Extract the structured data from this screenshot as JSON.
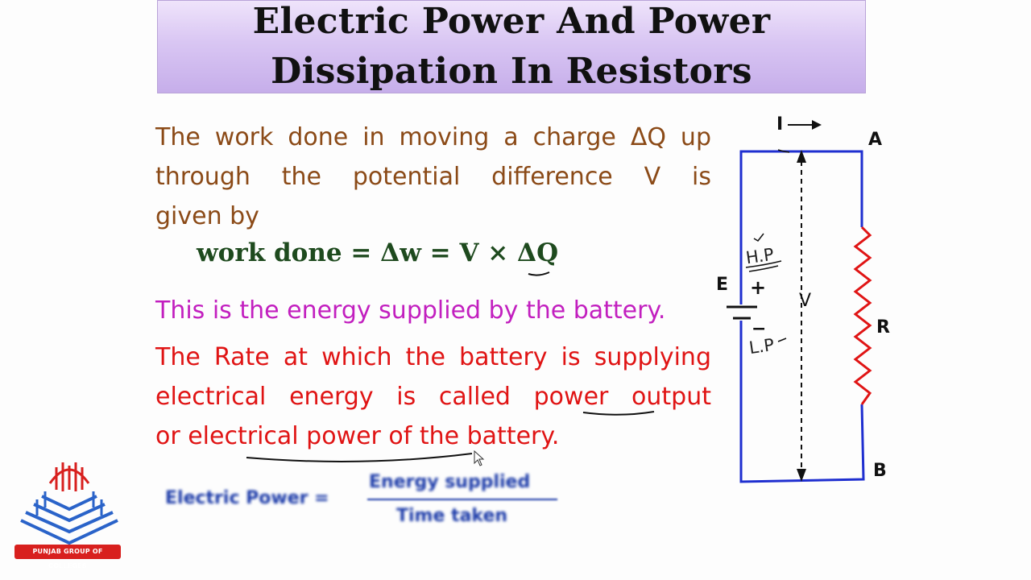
{
  "slide": {
    "title_line1": "Electric Power And Power",
    "title_line2": "Dissipation In Resistors"
  },
  "body": {
    "para1": [
      "The work done in moving a charge ΔQ up",
      "through the potential difference V is",
      "given by"
    ],
    "formula": "work done = Δw = V × ΔQ",
    "para2": "This is the energy supplied by the battery.",
    "para3": [
      "The Rate at which the battery is supplying",
      "electrical energy is called power output",
      "or electrical power of the battery."
    ],
    "partial_formula": {
      "lhs": "Electric Power =",
      "numerator": "Energy supplied",
      "denominator": "Time taken"
    }
  },
  "circuit": {
    "current_label": "I",
    "node_a": "A",
    "node_b": "B",
    "emf_label": "E",
    "resistor_label": "R",
    "voltage_label": "V",
    "plus": "+",
    "minus": "−",
    "annotation_high": "H.P",
    "annotation_low": "L.P"
  },
  "logo": {
    "caption": "PUNJAB GROUP OF COLLEGES"
  },
  "colors": {
    "title_bg": "#d9c6f3",
    "para1": "#8b4a17",
    "formula": "#1e4a1e",
    "para2": "#c21fbf",
    "para3": "#e01414",
    "wire": "#1f2fd0",
    "resistor": "#e01414"
  }
}
